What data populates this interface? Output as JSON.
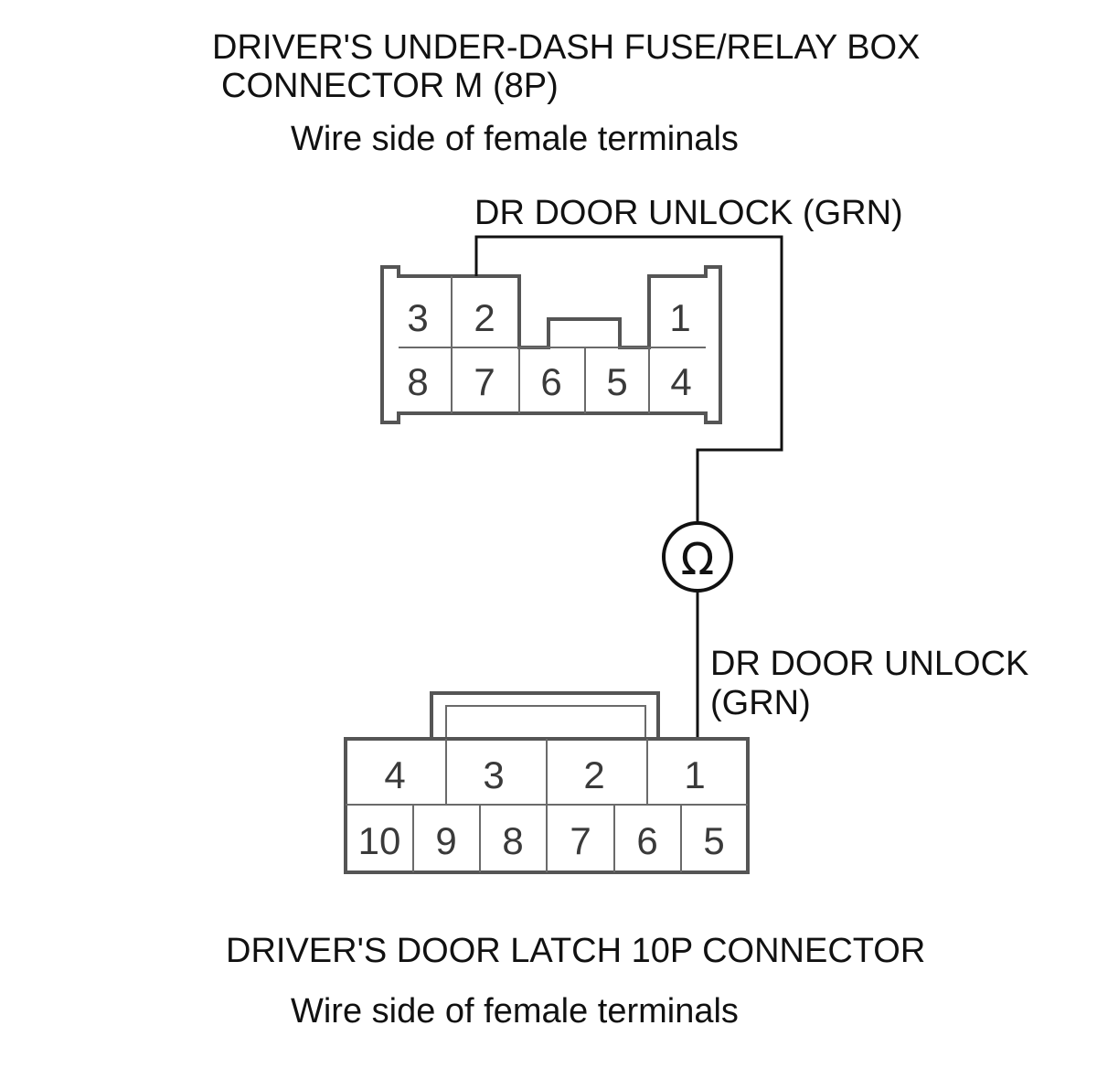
{
  "upper_connector": {
    "title_line1": "DRIVER'S UNDER-DASH FUSE/RELAY BOX",
    "title_line2": "CONNECTOR M (8P)",
    "subtitle": "Wire side of female terminals",
    "wire_label": "DR DOOR UNLOCK (GRN)",
    "pins": {
      "p1": "1",
      "p2": "2",
      "p3": "3",
      "p4": "4",
      "p5": "5",
      "p6": "6",
      "p7": "7",
      "p8": "8"
    }
  },
  "meter": {
    "symbol": "Ω",
    "icon": "ohmmeter-icon"
  },
  "lower_connector": {
    "wire_label_line1": "DR DOOR UNLOCK",
    "wire_label_line2": "(GRN)",
    "title": "DRIVER'S DOOR LATCH 10P CONNECTOR",
    "subtitle": "Wire side of female terminals",
    "pins": {
      "p1": "1",
      "p2": "2",
      "p3": "3",
      "p4": "4",
      "p5": "5",
      "p6": "6",
      "p7": "7",
      "p8": "8",
      "p9": "9",
      "p10": "10"
    }
  }
}
